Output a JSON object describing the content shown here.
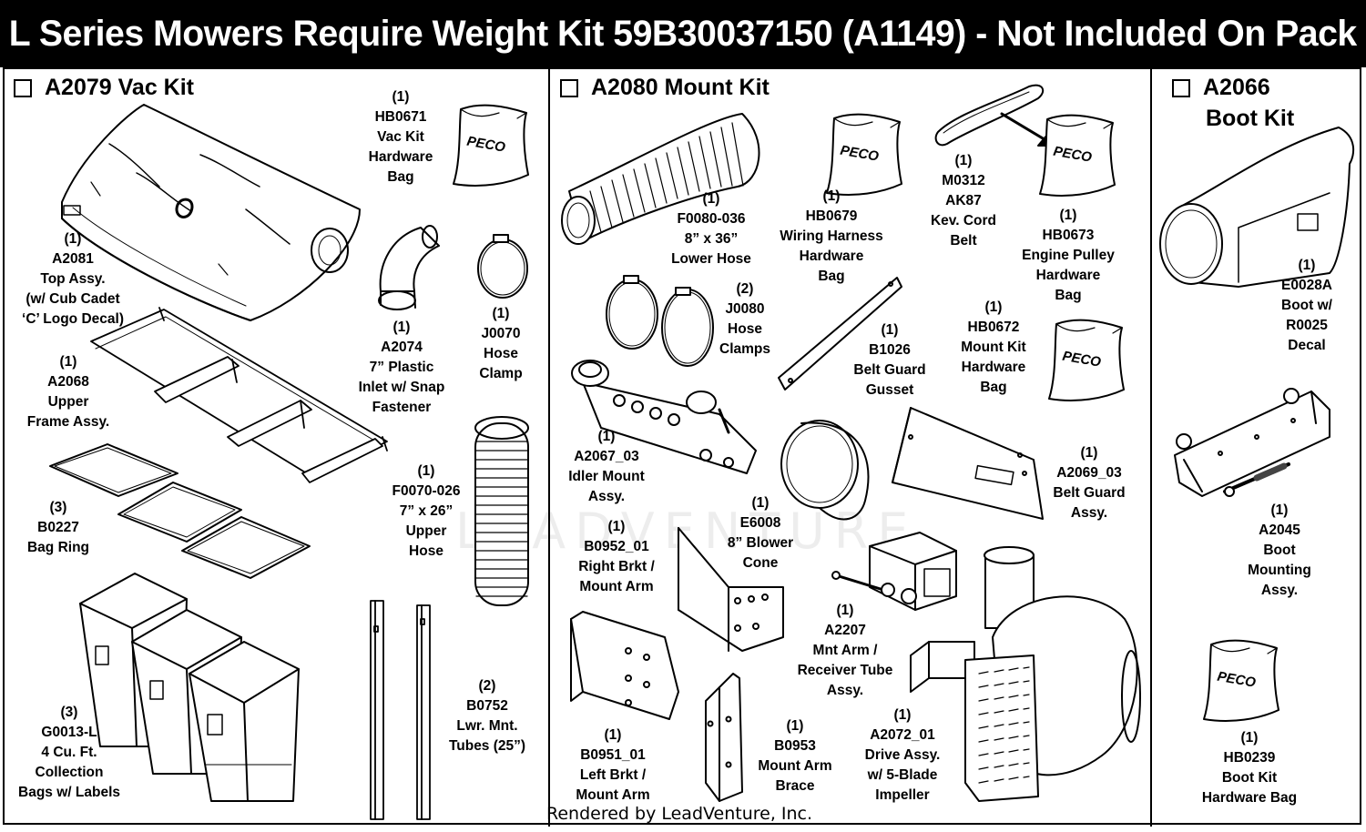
{
  "header": {
    "title": "L Series Mowers Require Weight Kit 59B30037150 (A1149) - Not Included On Pack"
  },
  "sections": [
    {
      "title": "A2079 Vac Kit"
    },
    {
      "title": "A2080 Mount Kit"
    },
    {
      "title_line1": "A2066",
      "title_line2": "Boot Kit"
    }
  ],
  "bag_logo": "PECO",
  "watermark": "LEADVENTURE",
  "parts": [
    {
      "lines": [
        "(1)",
        "A2081",
        "Top Assy.",
        "(w/ Cub Cadet",
        "‘C’ Logo Decal)"
      ]
    },
    {
      "lines": [
        "(1)",
        "HB0671",
        "Vac Kit",
        "Hardware",
        "Bag"
      ]
    },
    {
      "lines": [
        "(1)",
        "A2068",
        "Upper",
        "Frame Assy."
      ]
    },
    {
      "lines": [
        "(1)",
        "A2074",
        "7” Plastic",
        "Inlet w/ Snap",
        "Fastener"
      ]
    },
    {
      "lines": [
        "(1)",
        "J0070",
        "Hose",
        "Clamp"
      ]
    },
    {
      "lines": [
        "(3)",
        "B0227",
        "Bag Ring"
      ]
    },
    {
      "lines": [
        "(1)",
        "F0070-026",
        "7” x 26”",
        "Upper",
        "Hose"
      ]
    },
    {
      "lines": [
        "(3)",
        "G0013-L",
        "4 Cu. Ft.",
        "Collection",
        "Bags w/ Labels"
      ]
    },
    {
      "lines": [
        "(2)",
        "B0752",
        "Lwr. Mnt.",
        "Tubes (25”)"
      ]
    },
    {
      "lines": [
        "(1)",
        "F0080-036",
        "8” x 36”",
        "Lower Hose"
      ]
    },
    {
      "lines": [
        "(1)",
        "HB0679",
        "Wiring Harness",
        "Hardware",
        "Bag"
      ]
    },
    {
      "lines": [
        "(1)",
        "M0312",
        "AK87",
        "Kev. Cord",
        "Belt"
      ]
    },
    {
      "lines": [
        "(1)",
        "HB0673",
        "Engine Pulley",
        "Hardware",
        "Bag"
      ]
    },
    {
      "lines": [
        "(2)",
        "J0080",
        "Hose",
        "Clamps"
      ]
    },
    {
      "lines": [
        "(1)",
        "B1026",
        "Belt Guard",
        "Gusset"
      ]
    },
    {
      "lines": [
        "(1)",
        "HB0672",
        "Mount Kit",
        "Hardware",
        "Bag"
      ]
    },
    {
      "lines": [
        "(1)",
        "A2067_03",
        "Idler Mount",
        "Assy."
      ]
    },
    {
      "lines": [
        "(1)",
        "A2069_03",
        "Belt Guard",
        "Assy."
      ]
    },
    {
      "lines": [
        "(1)",
        "E6008",
        "8” Blower",
        "Cone"
      ]
    },
    {
      "lines": [
        "(1)",
        "B0952_01",
        "Right Brkt /",
        "Mount Arm"
      ]
    },
    {
      "lines": [
        "(1)",
        "A2207",
        "Mnt Arm /",
        "Receiver Tube",
        "Assy."
      ]
    },
    {
      "lines": [
        "(1)",
        "B0951_01",
        "Left Brkt /",
        "Mount Arm"
      ]
    },
    {
      "lines": [
        "(1)",
        "B0953",
        "Mount Arm",
        "Brace"
      ]
    },
    {
      "lines": [
        "(1)",
        "A2072_01",
        "Drive Assy.",
        "w/ 5-Blade",
        "Impeller"
      ]
    },
    {
      "lines": [
        "(1)",
        "E0028A",
        "Boot w/",
        "R0025",
        "Decal"
      ]
    },
    {
      "lines": [
        "(1)",
        "A2045",
        "Boot",
        "Mounting",
        "Assy."
      ]
    },
    {
      "lines": [
        "(1)",
        "HB0239",
        "Boot Kit",
        "Hardware Bag"
      ]
    }
  ],
  "footer": "Rendered by LeadVenture, Inc."
}
